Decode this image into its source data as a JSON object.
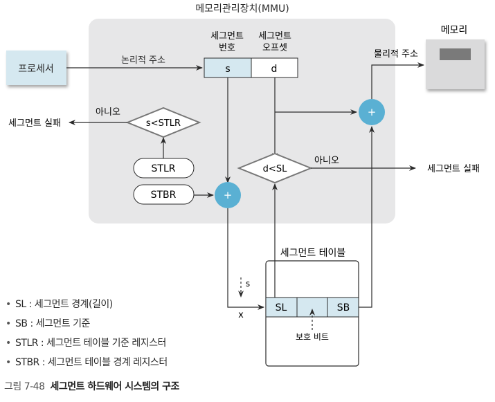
{
  "mmu": {
    "title": "메모리관리장치(MMU)"
  },
  "processor": {
    "label": "프로세서"
  },
  "memory": {
    "label": "메모리"
  },
  "logical_address": {
    "label": "논리적 주소"
  },
  "physical_address": {
    "label": "물리적 주소"
  },
  "address_fields": {
    "segment_number_line1": "세그먼트",
    "segment_number_line2": "번호",
    "segment_offset_line1": "세그먼트",
    "segment_offset_line2": "오프셋",
    "s": "s",
    "d": "d"
  },
  "decisions": {
    "stlr_check": "s<STLR",
    "sl_check": "d<SL",
    "no_label": "아니오"
  },
  "failures": {
    "left": "세그먼트 실패",
    "right": "세그먼트 실패"
  },
  "registers": {
    "stlr": "STLR",
    "stbr": "STBR"
  },
  "adders": {
    "symbol": "+"
  },
  "segment_table": {
    "title": "세그먼트 테이블",
    "cells": [
      "SL",
      "",
      "SB"
    ],
    "protection_bit": "보호 비트",
    "index_label": "s",
    "x_label": "x"
  },
  "legend": [
    {
      "term": "SL",
      "desc": "세그먼트 경계(길이)"
    },
    {
      "term": "SB",
      "desc": "세그먼트 기준"
    },
    {
      "term": "STLR",
      "desc": "세그먼트 테이블 기준 레지스터"
    },
    {
      "term": "STBR",
      "desc": "세그먼트 테이블 경계 레지스터"
    }
  ],
  "caption": {
    "number": "그림 7-48",
    "title": "세그먼트 하드웨어 시스템의 구조"
  },
  "colors": {
    "mmu_bg": "#e7e7e8",
    "light_blue": "#d5e8f0",
    "adder_blue": "#5ab0d3",
    "memory_gray": "#dadadb",
    "memory_slot": "#7a7a7a",
    "line": "#2b2b2b"
  }
}
